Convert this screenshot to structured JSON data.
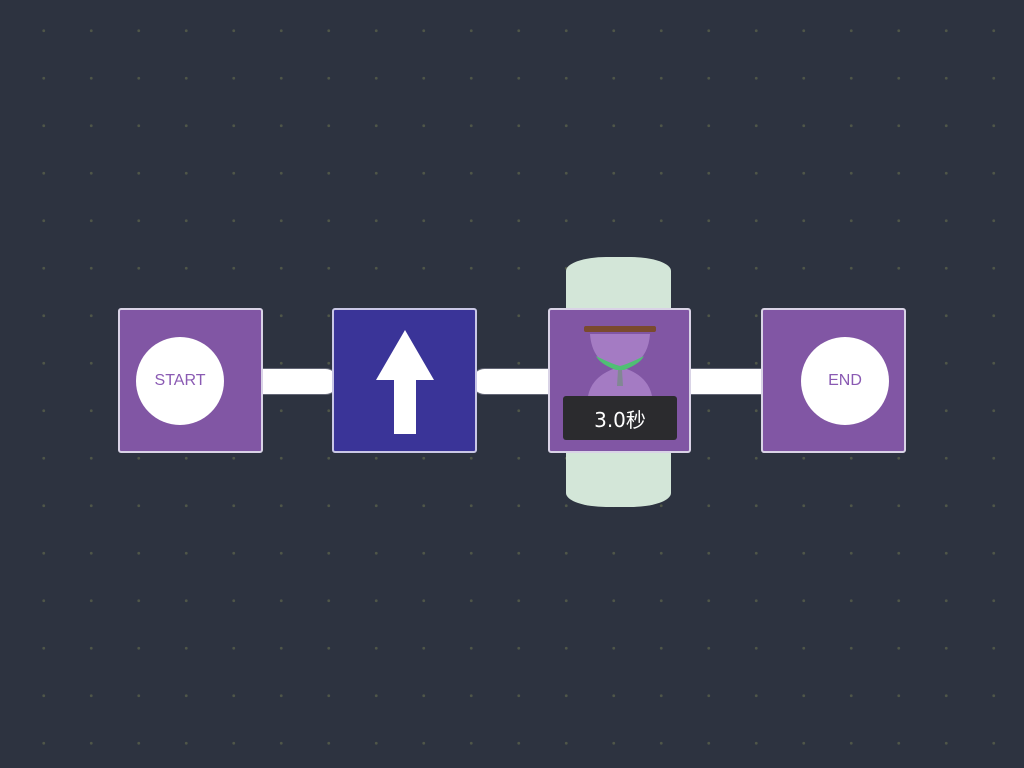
{
  "program": {
    "start_block": {
      "label": "START"
    },
    "move_block": {
      "icon": "arrow-up-icon"
    },
    "wait_block": {
      "icon": "hourglass-icon",
      "duration_label": "3.0秒"
    },
    "end_block": {
      "label": "END"
    }
  },
  "colors": {
    "canvas_background": "#2d3340",
    "grid_dot": "#4f5648",
    "event_block": "#8156a4",
    "move_block": "#3a3498",
    "wait_shell": "#d3e6d8",
    "connector": "#ffffff",
    "label_text": "#8a5ab3"
  }
}
